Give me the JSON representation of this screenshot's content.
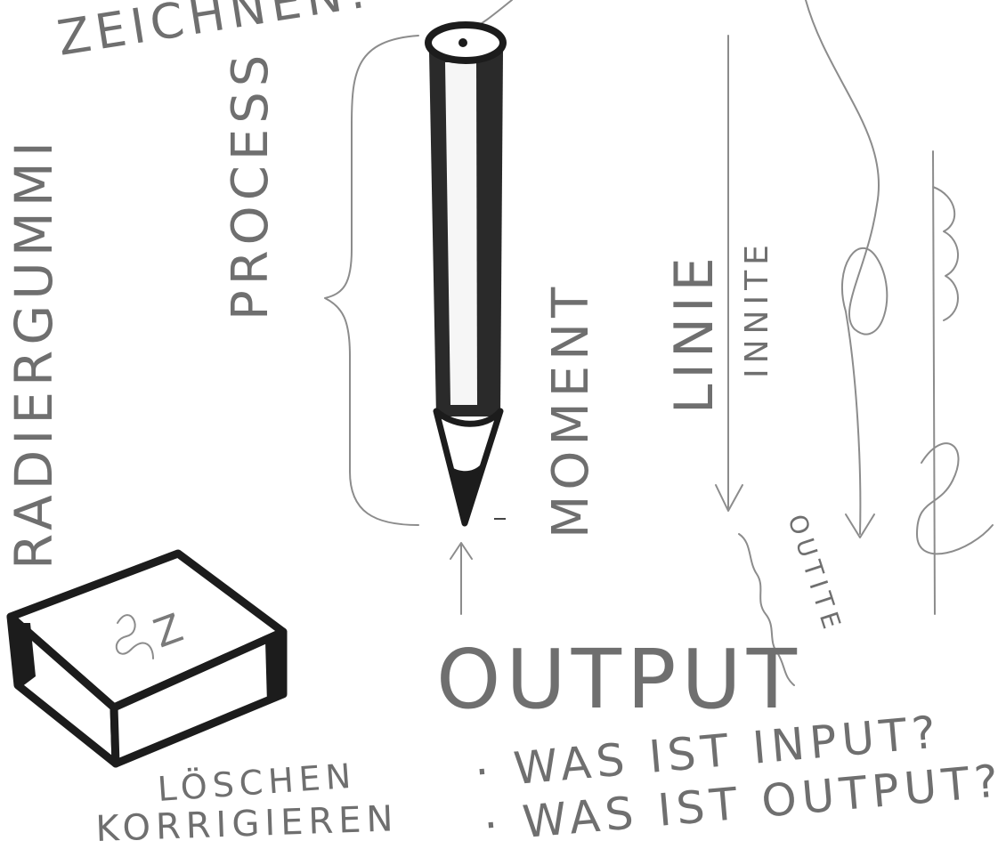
{
  "labels": {
    "zeichnen": "ZEICHNEN!",
    "radiergummi": "RADIERGUMMI",
    "prozess": "PROCESS",
    "moment": "MOMENT",
    "linie": "LINIE",
    "innite": "INNITE",
    "outite": "OUTITE",
    "output": "OUTPUT",
    "eraser_mark": "Z",
    "loeschen": "LÖSCHEN",
    "korrigieren": "KORRIGIEREN",
    "frage_input": "· WAS IST INPUT?",
    "frage_output": "· WAS IST OUTPUT?"
  },
  "colors": {
    "ink": "#1c1c1c",
    "pencil": "#6f6f6f",
    "paper": "#ffffff"
  }
}
